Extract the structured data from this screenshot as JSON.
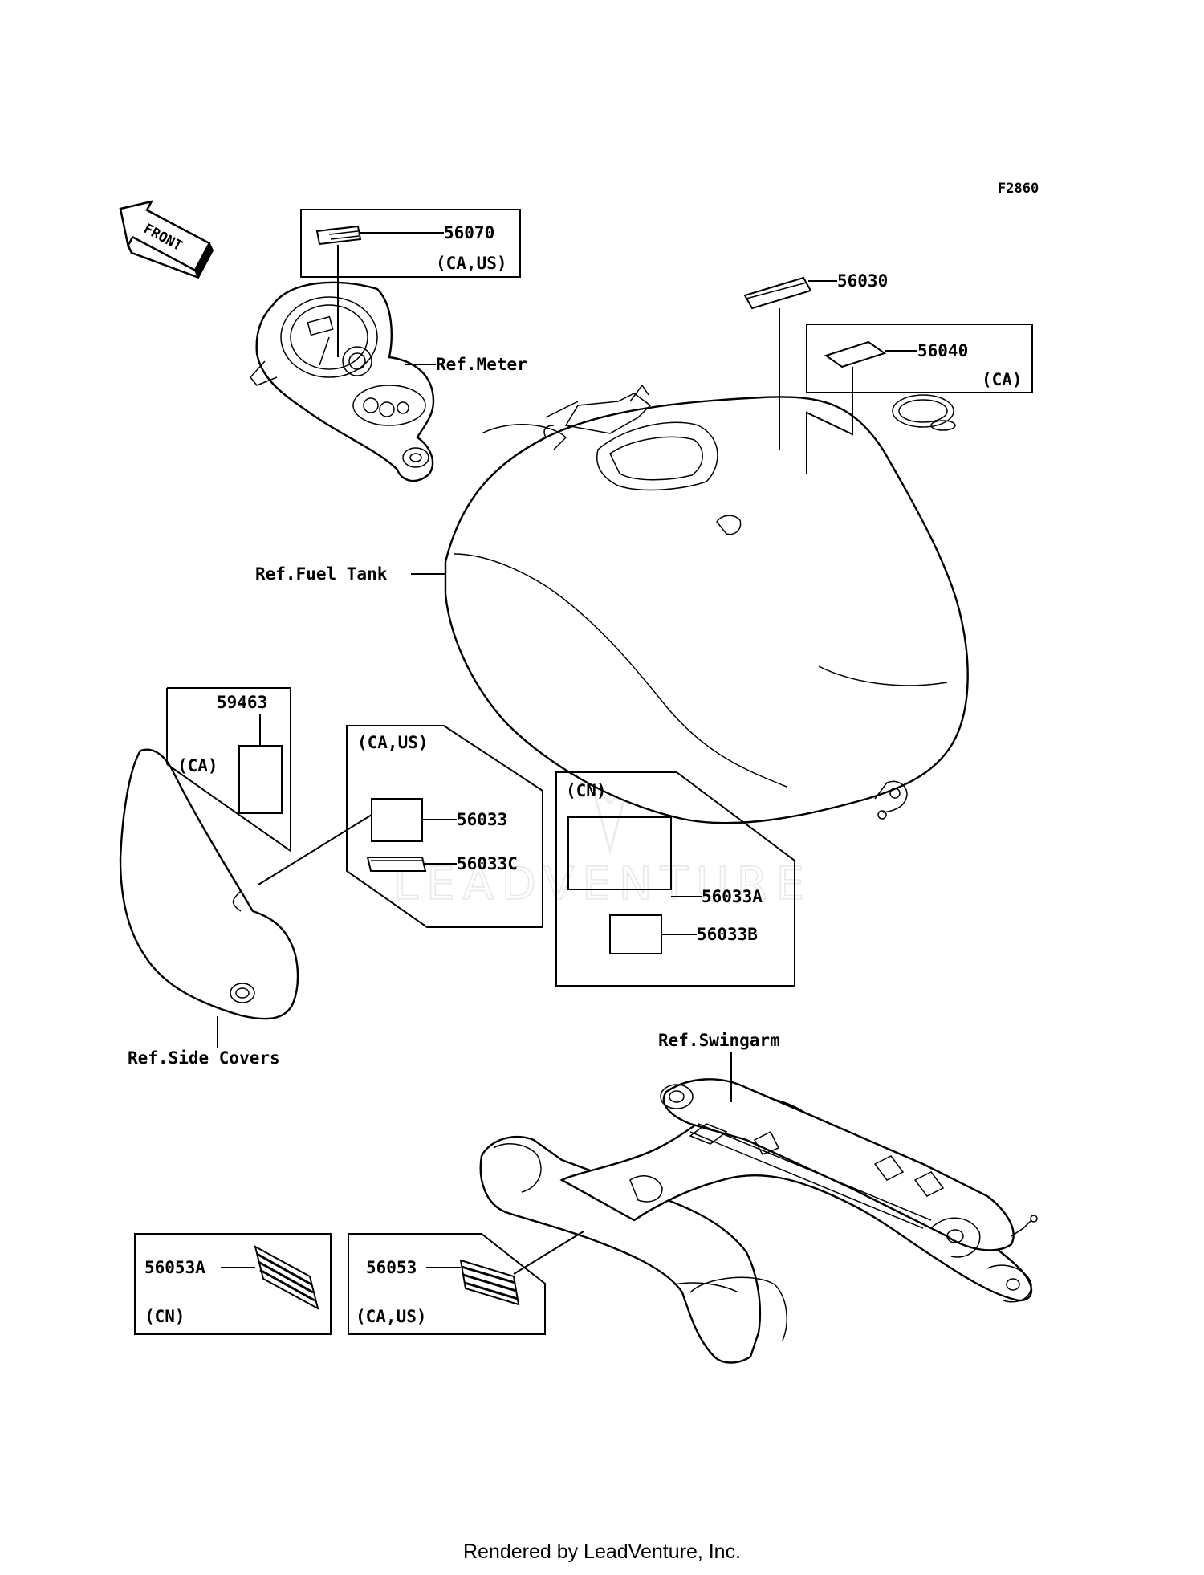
{
  "figure_code": "F2860",
  "front_arrow_label": "FRONT",
  "references": {
    "meter": "Ref.Meter",
    "fuel_tank": "Ref.Fuel Tank",
    "side_covers": "Ref.Side Covers",
    "swingarm": "Ref.Swingarm"
  },
  "parts": {
    "p56070": {
      "number": "56070",
      "region": "(CA,US)"
    },
    "p56030": {
      "number": "56030"
    },
    "p56040": {
      "number": "56040",
      "region": "(CA)"
    },
    "p59463": {
      "number": "59463",
      "region": "(CA)"
    },
    "p56033_group": {
      "region": "(CA,US)"
    },
    "p56033": {
      "number": "56033"
    },
    "p56033C": {
      "number": "56033C"
    },
    "p56033AB_group": {
      "region": "(CN)"
    },
    "p56033A": {
      "number": "56033A"
    },
    "p56033B": {
      "number": "56033B"
    },
    "p56053A": {
      "number": "56053A",
      "region": "(CN)"
    },
    "p56053": {
      "number": "56053",
      "region": "(CA,US)"
    }
  },
  "watermark": "LEADVENTURE",
  "footer": "Rendered by LeadVenture, Inc."
}
